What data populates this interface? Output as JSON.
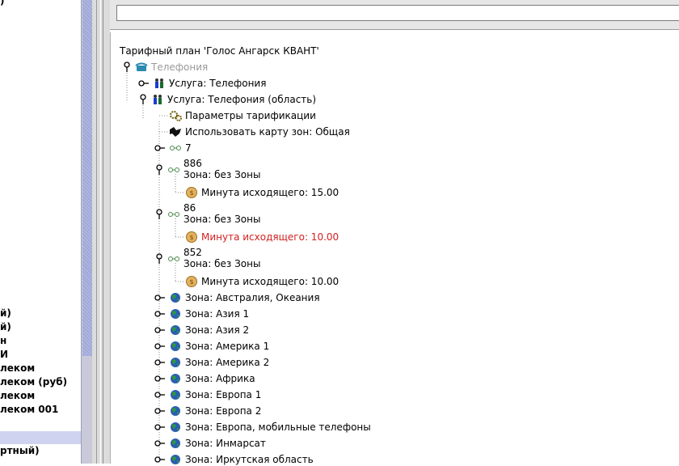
{
  "left_list": {
    "items": [
      ")",
      "й)",
      "й)",
      "н",
      "И",
      "леком",
      "леком (руб)",
      "леком",
      "леком 001",
      "",
      "ртный)"
    ]
  },
  "tree": {
    "root_label": "Тарифный план 'Голос Ангарск КВАНТ'",
    "telephony": "Телефония",
    "service1": "Услуга: Телефония",
    "service2": "Услуга: Телефония (область)",
    "params": "Параметры тарификации",
    "zone_map": "Использовать карту зон: Общая",
    "prefix_7": "7",
    "p886": {
      "code": "886",
      "zone": "Зона: без Зоны",
      "minute": "Минута исходящего: 15.00"
    },
    "p86": {
      "code": "86",
      "zone": "Зона: без Зоны",
      "minute": "Минута исходящего: 10.00"
    },
    "p852": {
      "code": "852",
      "zone": "Зона: без Зоны",
      "minute": "Минута исходящего: 10.00"
    },
    "zones": [
      "Зона: Австралия, Океания",
      "Зона: Азия 1",
      "Зона: Азия 2",
      "Зона: Америка 1",
      "Зона: Америка 2",
      "Зона: Африка",
      "Зона: Европа 1",
      "Зона: Европа 2",
      "Зона: Европа, мобильные телефоны",
      "Зона: Инмарсат",
      "Зона: Иркутская область"
    ]
  },
  "colors": {
    "highlight": "#d42020",
    "selection": "#cfd3ef",
    "scroll_thumb": "#9fa8d8"
  }
}
